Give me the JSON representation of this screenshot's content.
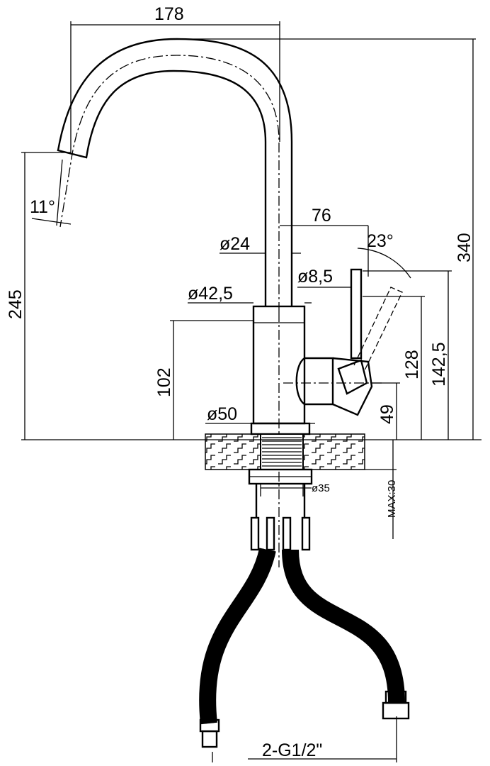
{
  "drawing": {
    "dimensions": {
      "spout_reach": "178",
      "total_height": "340",
      "spout_height": "245",
      "spout_angle": "11°",
      "handle_offset": "76",
      "handle_angle": "23°",
      "tube_diameter": "ø24",
      "handle_diameter": "ø8,5",
      "body_diameter": "ø42,5",
      "body_height": "102",
      "handle_height": "128",
      "handle_top_height": "142,5",
      "joint_height": "49",
      "base_diameter": "ø50",
      "thread_diameter": "ø35",
      "max_counter_thickness": "MAX:30",
      "hose_connection": "2-G1/2\""
    },
    "colors": {
      "line": "#000000",
      "background": "#ffffff"
    }
  }
}
